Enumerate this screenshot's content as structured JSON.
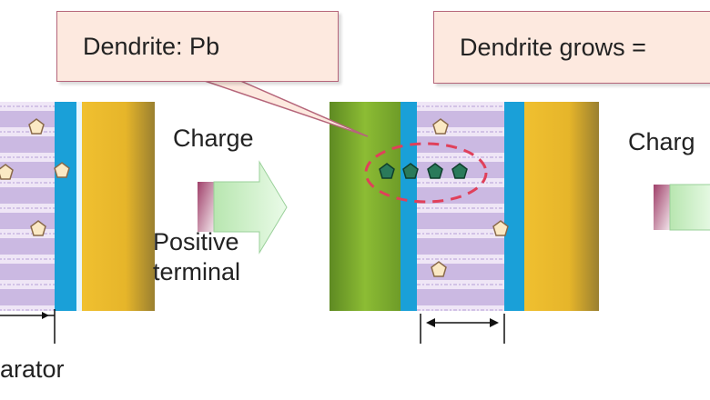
{
  "callouts": {
    "left": "Dendrite: Pb",
    "right": "Dendrite grows ="
  },
  "labels": {
    "charge_1": "Charge",
    "charge_2": "Charg",
    "positive_terminal_line1": "Positive",
    "positive_terminal_line2": "terminal",
    "separator": "arator"
  },
  "colors": {
    "electrolyte": "#c7b7e0",
    "separator": "#1aa0d8",
    "positive_electrode": "#e8b52a",
    "negative_electrode": "#86b232",
    "dendrite": "#2a7a5a",
    "dendrite_ring": "#e0405a",
    "arrow_fill": "#c8f0c8",
    "callout_fill": "#fde9df",
    "callout_border": "#b5657a"
  }
}
